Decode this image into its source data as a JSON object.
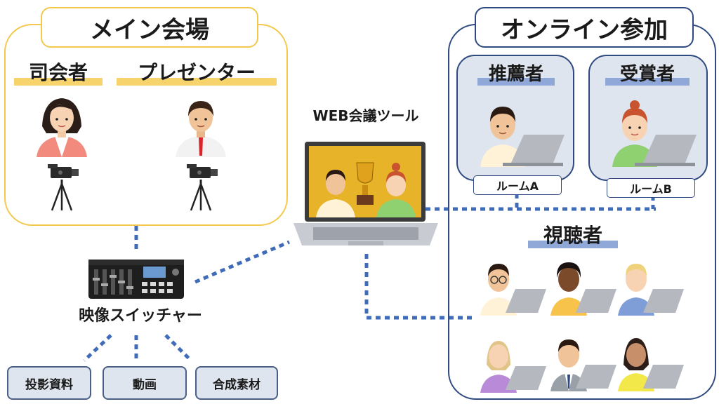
{
  "main_venue": {
    "title": "メイン会場",
    "roles": [
      "司会者",
      "プレゼンター"
    ]
  },
  "web_tool_label": "WEB会議ツール",
  "online": {
    "title": "オンライン参加",
    "rooms": [
      {
        "role": "推薦者",
        "tag": "ルームA"
      },
      {
        "role": "受賞者",
        "tag": "ルームB"
      }
    ],
    "viewers_label": "視聴者"
  },
  "switcher_label": "映像スイッチャー",
  "sources": [
    "投影資料",
    "動画",
    "合成素材"
  ],
  "colors": {
    "main_border": "#f2c94c",
    "online_border": "#2f4a80",
    "connector": "#3f6bb8",
    "yellow_highlight": "#f7d36b",
    "blue_highlight": "#8fa8d8"
  }
}
